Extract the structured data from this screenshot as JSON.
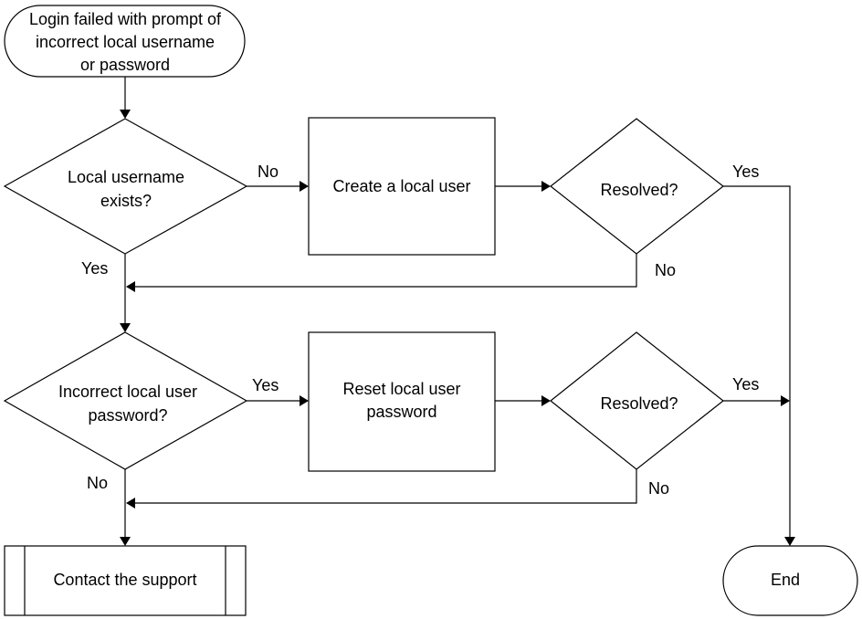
{
  "diagram": {
    "start": {
      "lines": [
        "Login failed with prompt of",
        "incorrect local username",
        "or password"
      ]
    },
    "decision_username": {
      "lines": [
        "Local username",
        "exists?"
      ]
    },
    "process_create": {
      "lines": [
        "Create a local user"
      ]
    },
    "decision_resolved_1": {
      "lines": [
        "Resolved?"
      ]
    },
    "decision_password": {
      "lines": [
        "Incorrect local user",
        "password?"
      ]
    },
    "process_reset": {
      "lines": [
        "Reset local user",
        "password"
      ]
    },
    "decision_resolved_2": {
      "lines": [
        "Resolved?"
      ]
    },
    "process_support": {
      "lines": [
        "Contact the support"
      ]
    },
    "end": {
      "lines": [
        "End"
      ]
    },
    "edge_labels": {
      "username_no": "No",
      "username_yes": "Yes",
      "resolved1_yes": "Yes",
      "resolved1_no": "No",
      "password_yes": "Yes",
      "password_no": "No",
      "resolved2_yes": "Yes",
      "resolved2_no": "No"
    }
  }
}
